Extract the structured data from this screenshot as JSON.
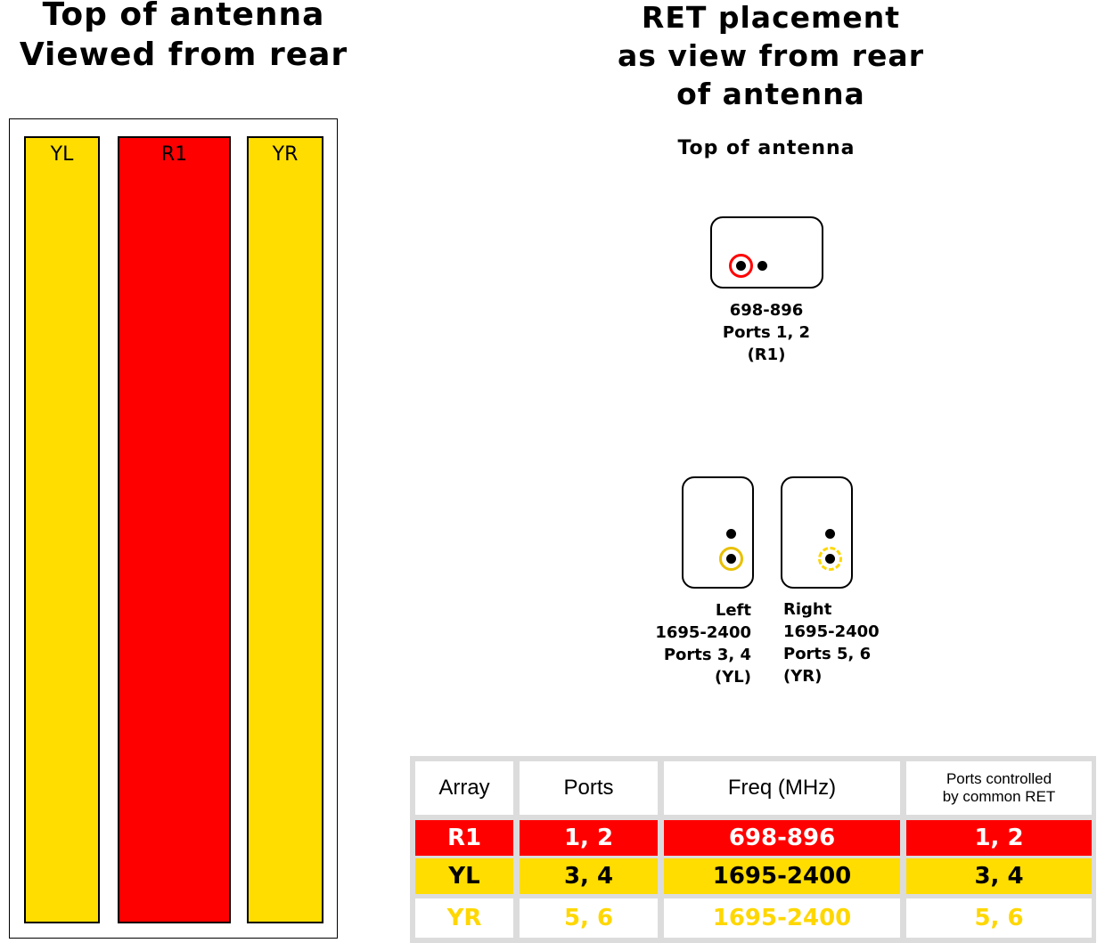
{
  "left_panel": {
    "title_line1": "Top of antenna",
    "title_line2": "Viewed from rear",
    "arrays": [
      {
        "label": "YL",
        "color": "#FFDD00"
      },
      {
        "label": "R1",
        "color": "#FF0000"
      },
      {
        "label": "YR",
        "color": "#FFDD00"
      }
    ]
  },
  "right_panel": {
    "title_line1": "RET placement",
    "title_line2": "as view from rear",
    "title_line3": "of antenna",
    "subtitle": "Top of antenna",
    "ret_units": [
      {
        "freq": "698-896",
        "ports": "Ports 1, 2",
        "array": "(R1)",
        "ring_color": "#FF0000"
      },
      {
        "side": "Left",
        "freq": "1695-2400",
        "ports": "Ports 3, 4",
        "array": "(YL)",
        "ring_color": "#E8C000"
      },
      {
        "side": "Right",
        "freq": "1695-2400",
        "ports": "Ports 5, 6",
        "array": "(YR)",
        "ring_color": "#FFD700"
      }
    ]
  },
  "table": {
    "headers": [
      "Array",
      "Ports",
      "Freq (MHz)",
      "Ports controlled",
      "by common RET"
    ],
    "rows": [
      {
        "array": "R1",
        "ports": "1, 2",
        "freq": "698-896",
        "ret_ports": "1, 2",
        "bg": "#FF0000",
        "fg": "#FFFFFF"
      },
      {
        "array": "YL",
        "ports": "3, 4",
        "freq": "1695-2400",
        "ret_ports": "3, 4",
        "bg": "#FFDD00",
        "fg": "#000000"
      },
      {
        "array": "YR",
        "ports": "5, 6",
        "freq": "1695-2400",
        "ret_ports": "5, 6",
        "bg": "#FFFFFF",
        "fg": "#FFD700"
      }
    ]
  }
}
